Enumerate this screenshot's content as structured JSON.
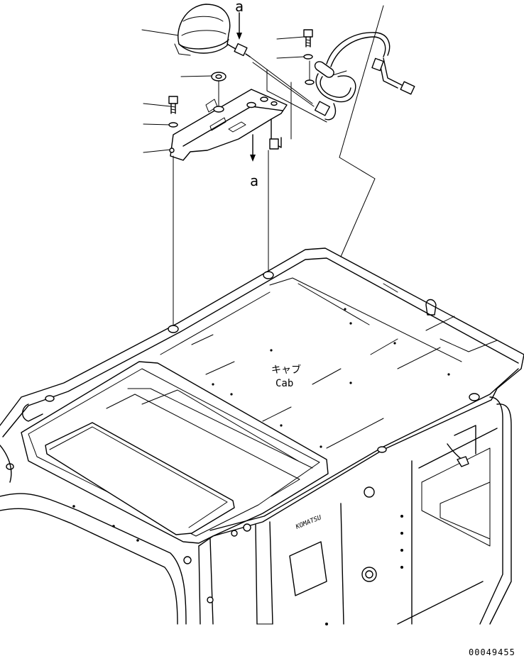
{
  "labels": {
    "view_marker_top": "a",
    "view_marker_bottom": "a",
    "cab_label_jp": "キャブ",
    "cab_label_en": "Cab",
    "drawing_number": "00049455",
    "cab_sticker_text": "ΚΟΜΑΤSU"
  }
}
